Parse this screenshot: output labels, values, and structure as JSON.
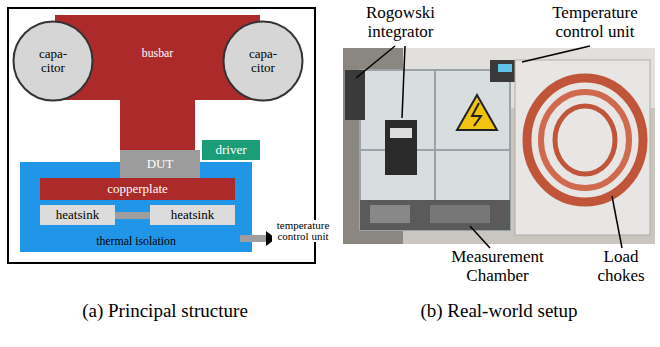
{
  "diagram": {
    "nodes": [
      {
        "text": [
          "busbar"
        ]
      },
      {
        "text": [
          "capa- citor"
        ]
      },
      {
        "text": [
          "capa- citor"
        ]
      },
      {
        "text": [
          "driver"
        ]
      },
      {
        "text": [
          "DUT"
        ]
      },
      {
        "text": [
          "thermal isolation"
        ]
      },
      {
        "text": [
          "copperplate"
        ],
        "in": 5
      },
      {
        "text": [
          "heatsink"
        ],
        "in": 5
      },
      {
        "text": [
          "heatsink"
        ],
        "in": 5
      }
    ],
    "labels": [
      "temperature control unit",
      "Rogowski integrator",
      "Temperature control unit",
      "Measurement Chamber",
      "Load chokes",
      "(a) Principal structure",
      "(b) Real-world setup"
    ]
  }
}
